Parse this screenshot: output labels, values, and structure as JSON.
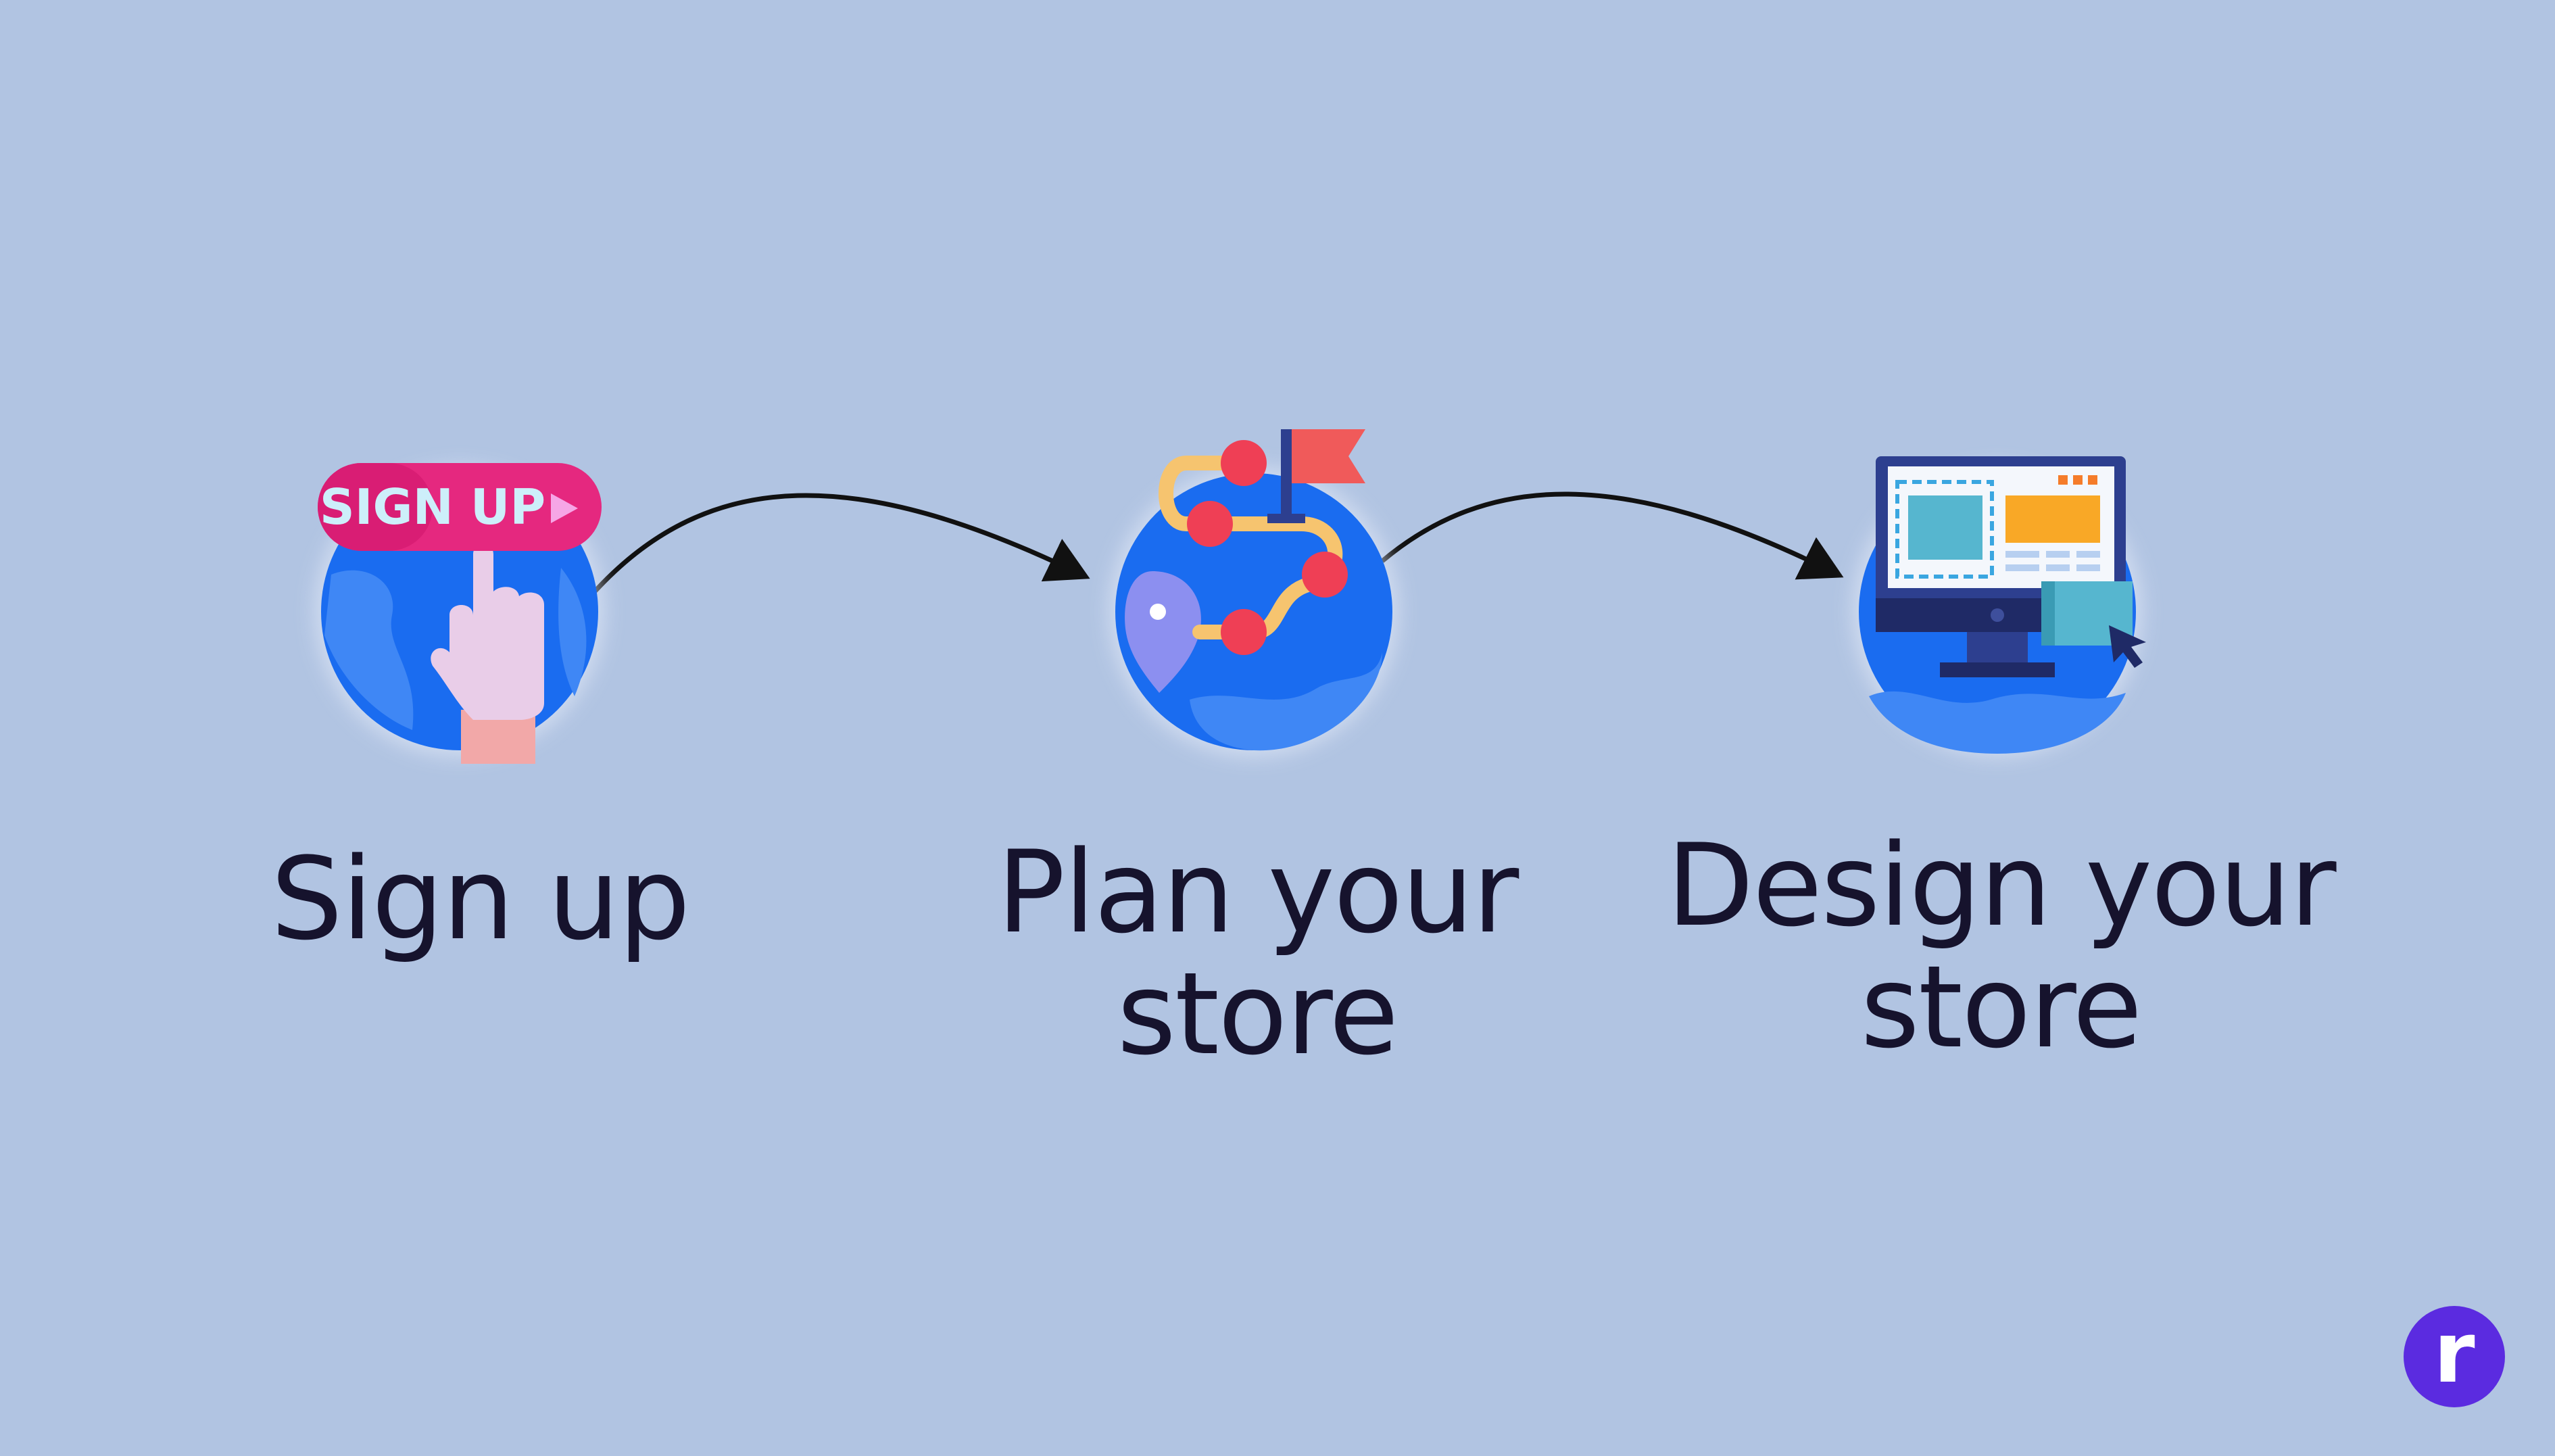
{
  "steps": [
    {
      "label_lines": [
        "Sign up"
      ],
      "icon": "sign-up-icon",
      "badge_text": "SIGN UP"
    },
    {
      "label_lines": [
        "Plan your",
        "store"
      ],
      "icon": "roadmap-icon"
    },
    {
      "label_lines": [
        "Design your",
        "store"
      ],
      "icon": "web-design-monitor-icon"
    }
  ],
  "brand": {
    "letter": "r",
    "color": "#5b2be0"
  },
  "colors": {
    "background": "#b1c4e2",
    "globe_blue": "#1a6cf0",
    "label_text": "#16132d",
    "arrow": "#111111"
  }
}
